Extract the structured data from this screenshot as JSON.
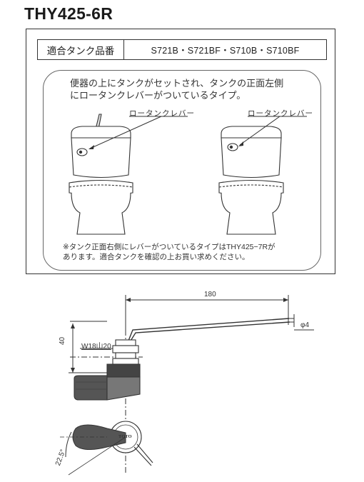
{
  "title": "THY425-6R",
  "spec": {
    "label": "適合タンク品番",
    "models": "S721B・S721BF・S710B・S710BF"
  },
  "description": {
    "line1": "便器の上にタンクがセットされ、タンクの正面左側",
    "line2": "にロータンクレバーがついているタイプ。"
  },
  "callouts": {
    "left_label": "ロータンクレバー",
    "right_label": "ロータンクレバー"
  },
  "note": {
    "line1": "※タンク正面右側にレバーがついているタイプはTHY425−7Rが",
    "line2": "あります。適合タンクを確認の上お買い求めください。"
  },
  "dimensions": {
    "length": "180",
    "diameter": "φ4",
    "thread": "W18山20",
    "height": "40",
    "angle": "22.5°"
  },
  "brand_mark": "TOTO"
}
